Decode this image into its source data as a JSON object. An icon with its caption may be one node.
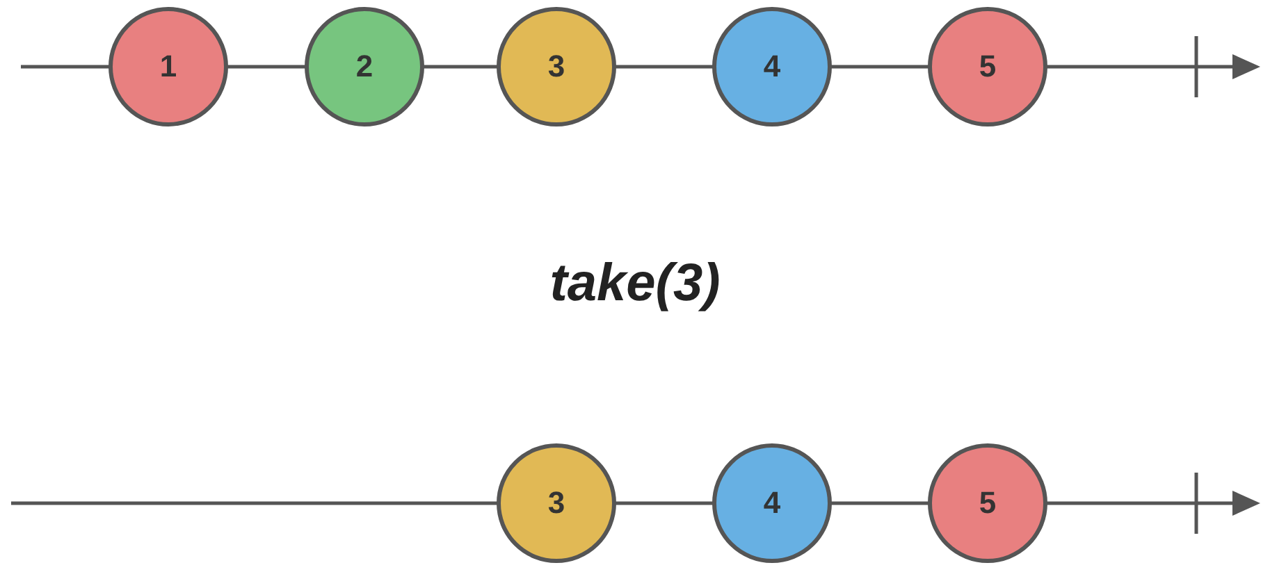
{
  "diagram": {
    "nodes": [
      {
        "text": [
          "1"
        ]
      },
      {
        "text": [
          "2"
        ]
      },
      {
        "text": [
          "3"
        ]
      },
      {
        "text": [
          "4"
        ]
      },
      {
        "text": [
          "5"
        ]
      },
      {
        "text": [
          "3"
        ]
      },
      {
        "text": [
          "4"
        ]
      },
      {
        "text": [
          "5"
        ]
      }
    ],
    "labels": [
      "take(3)"
    ]
  }
}
